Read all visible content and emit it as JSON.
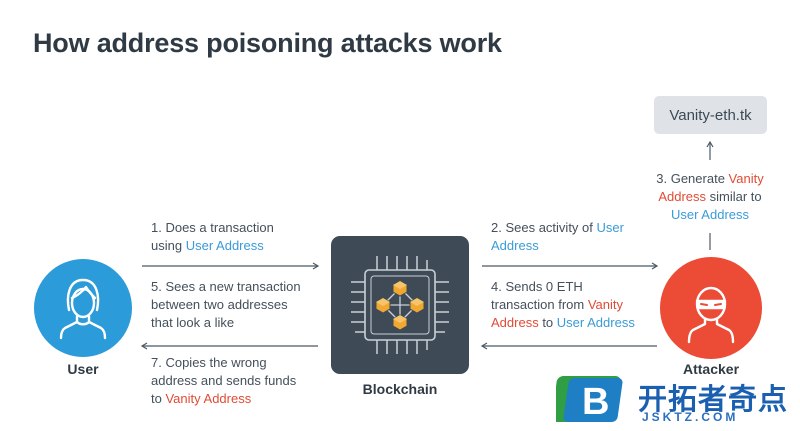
{
  "title": "How address poisoning attacks work",
  "nodes": {
    "user": "User",
    "blockchain": "Blockchain",
    "attacker": "Attacker",
    "vanity_site": "Vanity-eth.tk"
  },
  "steps": {
    "s1": {
      "prefix": "1. Does a transaction",
      "line2_prefix": "using ",
      "highlight": "User Address"
    },
    "s2": {
      "prefix": "2. Sees activity of ",
      "highlight_a": "User",
      "highlight_b": "Address"
    },
    "s3": {
      "line1": "3. Generate ",
      "highlight_a": "Vanity",
      "highlight_b": "Address",
      "mid": " similar to",
      "highlight_c": "User Address"
    },
    "s4": {
      "line1": "4. Sends 0 ETH",
      "line2": "transaction from ",
      "highlight_a": "Vanity",
      "highlight_b": "Address",
      "mid": " to ",
      "highlight_c": "User Address"
    },
    "s5": {
      "line1": "5. Sees a new transaction",
      "line2": "between two addresses",
      "line3": "that look a like"
    },
    "s7": {
      "line1": "7. Copies the wrong",
      "line2": "address and sends funds",
      "line3_prefix": "to ",
      "highlight": "Vanity Address"
    }
  },
  "watermark": {
    "letter": "B",
    "cn": "开拓者奇点",
    "en": "JSKTZ.COM"
  },
  "colors": {
    "user_circle": "#2b9bd9",
    "attacker_circle": "#ec4b36",
    "chip_bg": "#3e4a55",
    "highlight_blue": "#3a9bd8",
    "highlight_red": "#e24b35"
  }
}
